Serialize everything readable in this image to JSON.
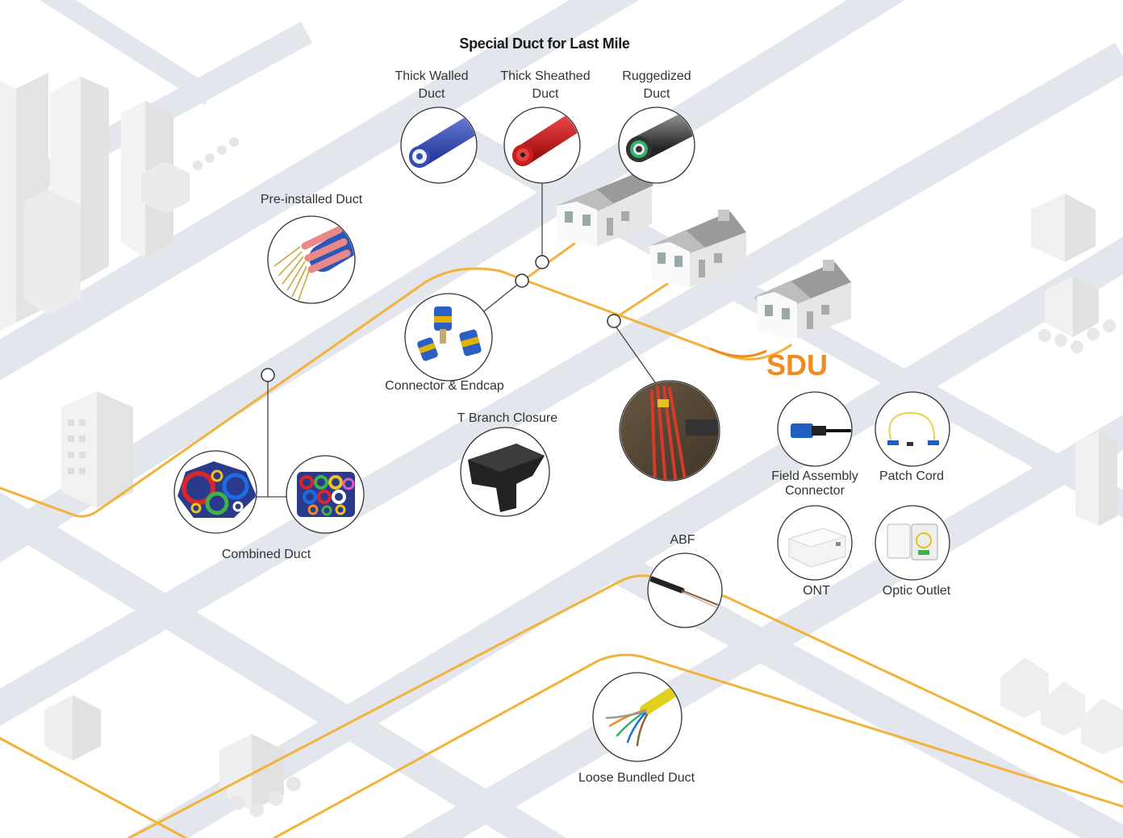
{
  "title": "Special Duct for Last Mile",
  "sdu_label": "SDU",
  "colors": {
    "fiber_route": "#f2b33d",
    "road": "#e3e6ec",
    "accent": "#f08c1e",
    "building": "#e8e8e8"
  },
  "labels": {
    "thick_walled_line1": "Thick Walled",
    "thick_walled_line2": "Duct",
    "thick_sheathed_line1": "Thick Sheathed",
    "thick_sheathed_line2": "Duct",
    "ruggedized_line1": "Ruggedized",
    "ruggedized_line2": "Duct",
    "pre_installed": "Pre-installed Duct",
    "connector_endcap": "Connector & Endcap",
    "t_branch": "T Branch Closure",
    "combined_duct": "Combined Duct",
    "field_assembly_line1": "Field Assembly",
    "field_assembly_line2": "Connector",
    "patch_cord": "Patch Cord",
    "ont": "ONT",
    "optic_outlet": "Optic Outlet",
    "abf": "ABF",
    "loose_bundled": "Loose Bundled Duct"
  }
}
